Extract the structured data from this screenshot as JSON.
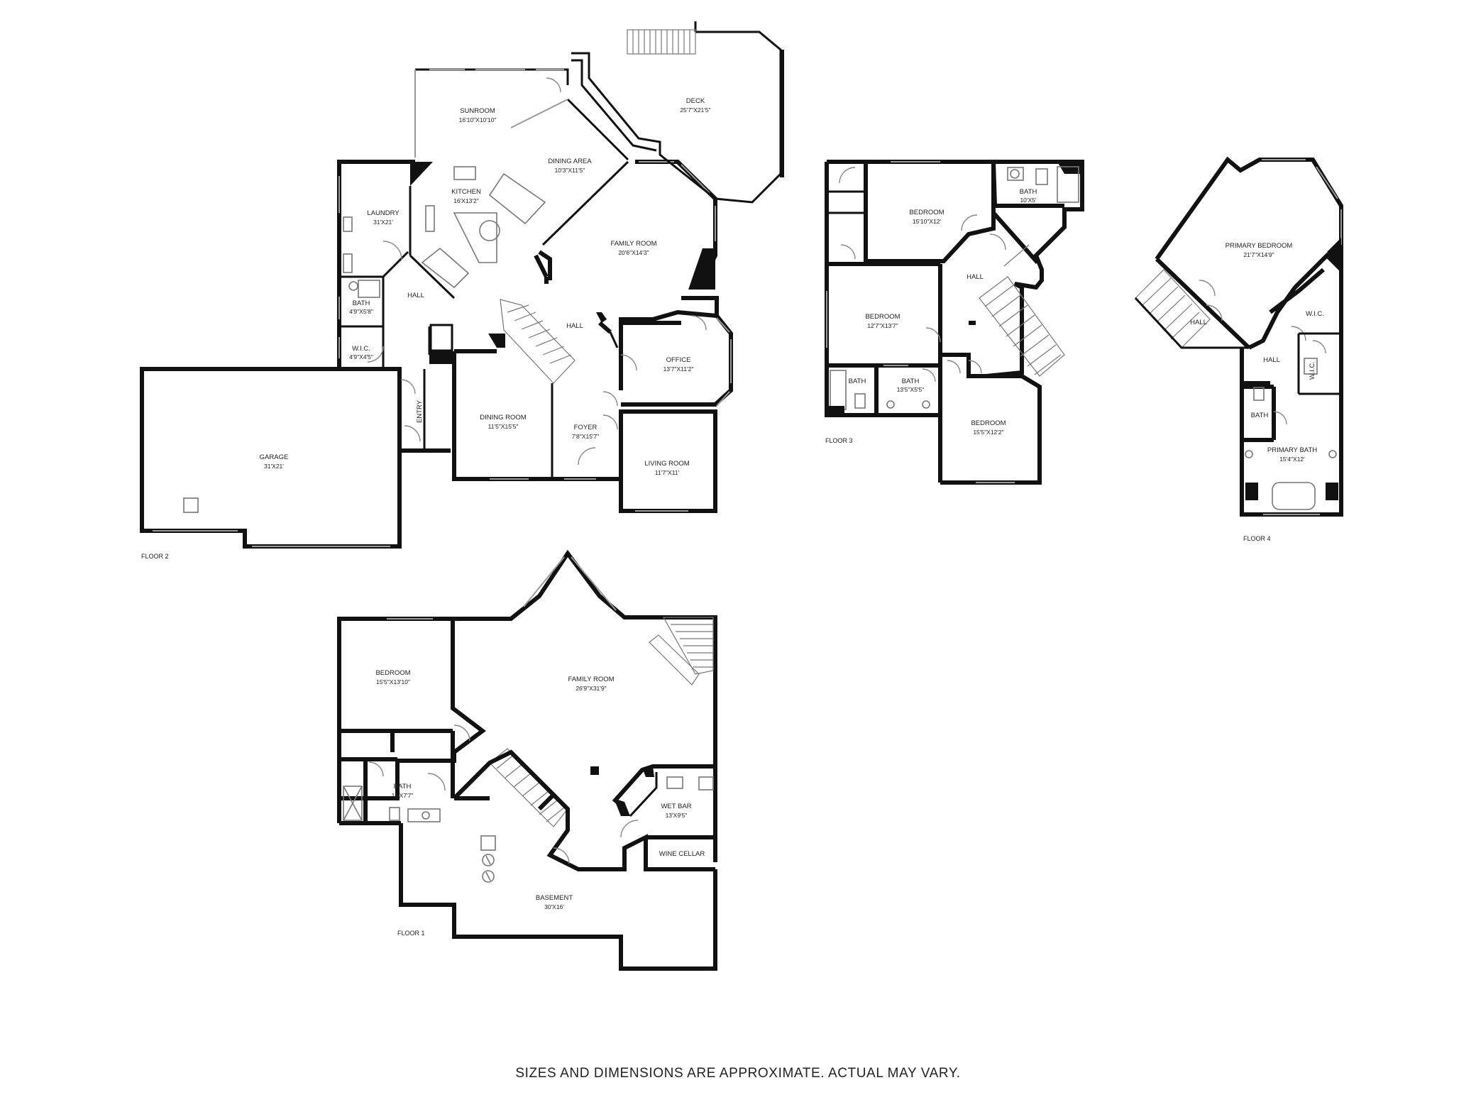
{
  "floors": [
    {
      "label": "FLOOR 2",
      "rooms": [
        {
          "name": "SUNROOM",
          "dims": "16'10\"X10'10\""
        },
        {
          "name": "DECK",
          "dims": "25'7\"X21'5\""
        },
        {
          "name": "DINING AREA",
          "dims": "10'3\"X11'5\""
        },
        {
          "name": "KITCHEN",
          "dims": "16'X13'2\""
        },
        {
          "name": "LAUNDRY",
          "dims": "31'X21'"
        },
        {
          "name": "FAMILY ROOM",
          "dims": "20'6\"X14'3\""
        },
        {
          "name": "BATH",
          "dims": "4'9\"X5'8\""
        },
        {
          "name": "HALL",
          "dims": ""
        },
        {
          "name": "HALL",
          "dims": ""
        },
        {
          "name": "W.I.C.",
          "dims": "4'9\"X4'5\""
        },
        {
          "name": "OFFICE",
          "dims": "13'7\"X11'2\""
        },
        {
          "name": "ENTRY",
          "dims": ""
        },
        {
          "name": "GARAGE",
          "dims": "31'X21'"
        },
        {
          "name": "DINING ROOM",
          "dims": "11'5\"X15'5\""
        },
        {
          "name": "FOYER",
          "dims": "7'8\"X15'7\""
        },
        {
          "name": "LIVING ROOM",
          "dims": "11'7\"X11'"
        }
      ]
    },
    {
      "label": "FLOOR 3",
      "rooms": [
        {
          "name": "BEDROOM",
          "dims": "15'10\"X12'"
        },
        {
          "name": "BATH",
          "dims": "10'X5'"
        },
        {
          "name": "HALL",
          "dims": ""
        },
        {
          "name": "BEDROOM",
          "dims": "12'7\"X13'7\""
        },
        {
          "name": "BATH",
          "dims": ""
        },
        {
          "name": "BATH",
          "dims": "13'5\"X5'5\""
        },
        {
          "name": "BEDROOM",
          "dims": "15'5\"X12'2\""
        }
      ]
    },
    {
      "label": "FLOOR 4",
      "rooms": [
        {
          "name": "PRIMARY BEDROOM",
          "dims": "21'7\"X14'9\""
        },
        {
          "name": "HALL",
          "dims": ""
        },
        {
          "name": "W.I.C.",
          "dims": ""
        },
        {
          "name": "HALL",
          "dims": ""
        },
        {
          "name": "W.I.C.",
          "dims": ""
        },
        {
          "name": "BATH",
          "dims": ""
        },
        {
          "name": "PRIMARY BATH",
          "dims": "15'4\"X12'"
        }
      ]
    },
    {
      "label": "FLOOR 1",
      "rooms": [
        {
          "name": "BEDROOM",
          "dims": "15'5\"X13'10\""
        },
        {
          "name": "FAMILY ROOM",
          "dims": "26'9\"X31'9\""
        },
        {
          "name": "BATH",
          "dims": "13'X7'7\""
        },
        {
          "name": "WET BAR",
          "dims": "13'X9'5\""
        },
        {
          "name": "WINE CELLAR",
          "dims": ""
        },
        {
          "name": "BASEMENT",
          "dims": "30'X16'"
        }
      ]
    }
  ],
  "disclaimer": "SIZES AND DIMENSIONS ARE APPROXIMATE. ACTUAL MAY VARY."
}
